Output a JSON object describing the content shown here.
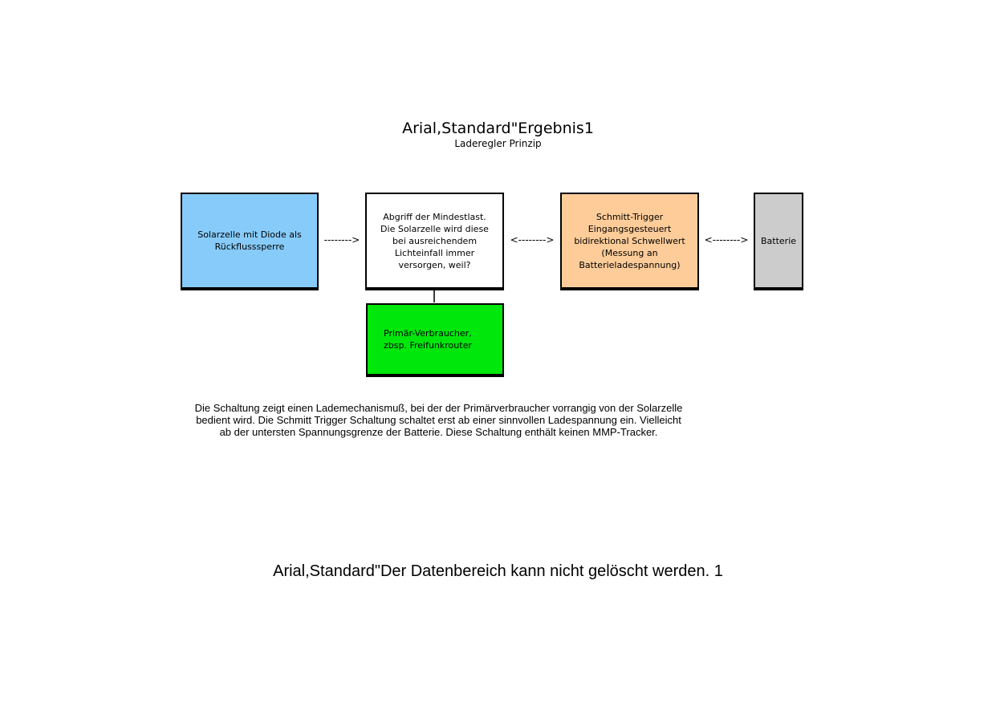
{
  "header": {
    "title": "Arial,Standard\"Ergebnis1",
    "subtitle": "Laderegler Prinzip"
  },
  "diagram": {
    "boxes": [
      {
        "id": "solarzelle",
        "label": "Solarzelle mit Diode als\nRückflusssperre",
        "fill": "#87CBFA"
      },
      {
        "id": "mindestlast",
        "label": "Abgriff der Mindestlast.\nDie Solarzelle wird diese\nbei ausreichendem\nLichteinfall immer\nversorgen, weil?",
        "fill": "#FFFFFF"
      },
      {
        "id": "schmitt-trigger",
        "label": "Schmitt-Trigger\nEingangsgesteuert\nbidirektional Schwellwert\n(Messung an\nBatterieladespannung)",
        "fill": "#FDCC99"
      },
      {
        "id": "batterie",
        "label": "Batterie",
        "fill": "#CCCCCC"
      },
      {
        "id": "primaer-verbraucher",
        "label": "Primär-Verbraucher,\nzbsp. Freifunkrouter",
        "fill": "#00E70C"
      }
    ],
    "arrows": [
      {
        "from": "solarzelle",
        "to": "mindestlast",
        "text": "-------->"
      },
      {
        "from": "mindestlast",
        "to": "schmitt-trigger",
        "text": "<-------->"
      },
      {
        "from": "schmitt-trigger",
        "to": "batterie",
        "text": "<-------->"
      }
    ]
  },
  "description": "Die Schaltung zeigt einen Lademechanismuß, bei der der Primärverbraucher vorrangig von der Solarzelle bedient wird. Die Schmitt Trigger Schaltung schaltet erst ab einer sinnvollen Ladespannung ein. Vielleicht ab der untersten Spannungsgrenze der Batterie. Diese Schaltung enthält keinen MMP-Tracker.",
  "footer": "Arial,Standard\"Der Datenbereich kann nicht gelöscht werden. 1"
}
